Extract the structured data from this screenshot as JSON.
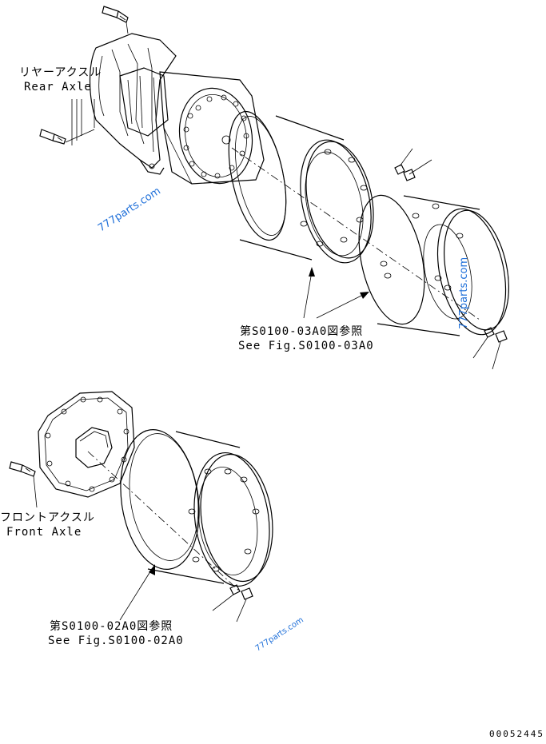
{
  "labels": {
    "rear_axle_jp": "リヤーアクスル",
    "rear_axle_en": "Rear Axle",
    "ref_rear_jp": "第S0100-03A0図参照",
    "ref_rear_en": "See Fig.S0100-03A0",
    "front_axle_jp": "フロントアクスル",
    "front_axle_en": "Front Axle",
    "ref_front_jp": "第S0100-02A0図参照",
    "ref_front_en": "See Fig.S0100-02A0",
    "drawing_code": "00052445"
  },
  "watermarks": [
    "777parts.com",
    "777parts.com",
    "777parts.com"
  ],
  "colors": {
    "line": "#000000",
    "watermark": "#1e6fd9",
    "background": "#ffffff"
  }
}
